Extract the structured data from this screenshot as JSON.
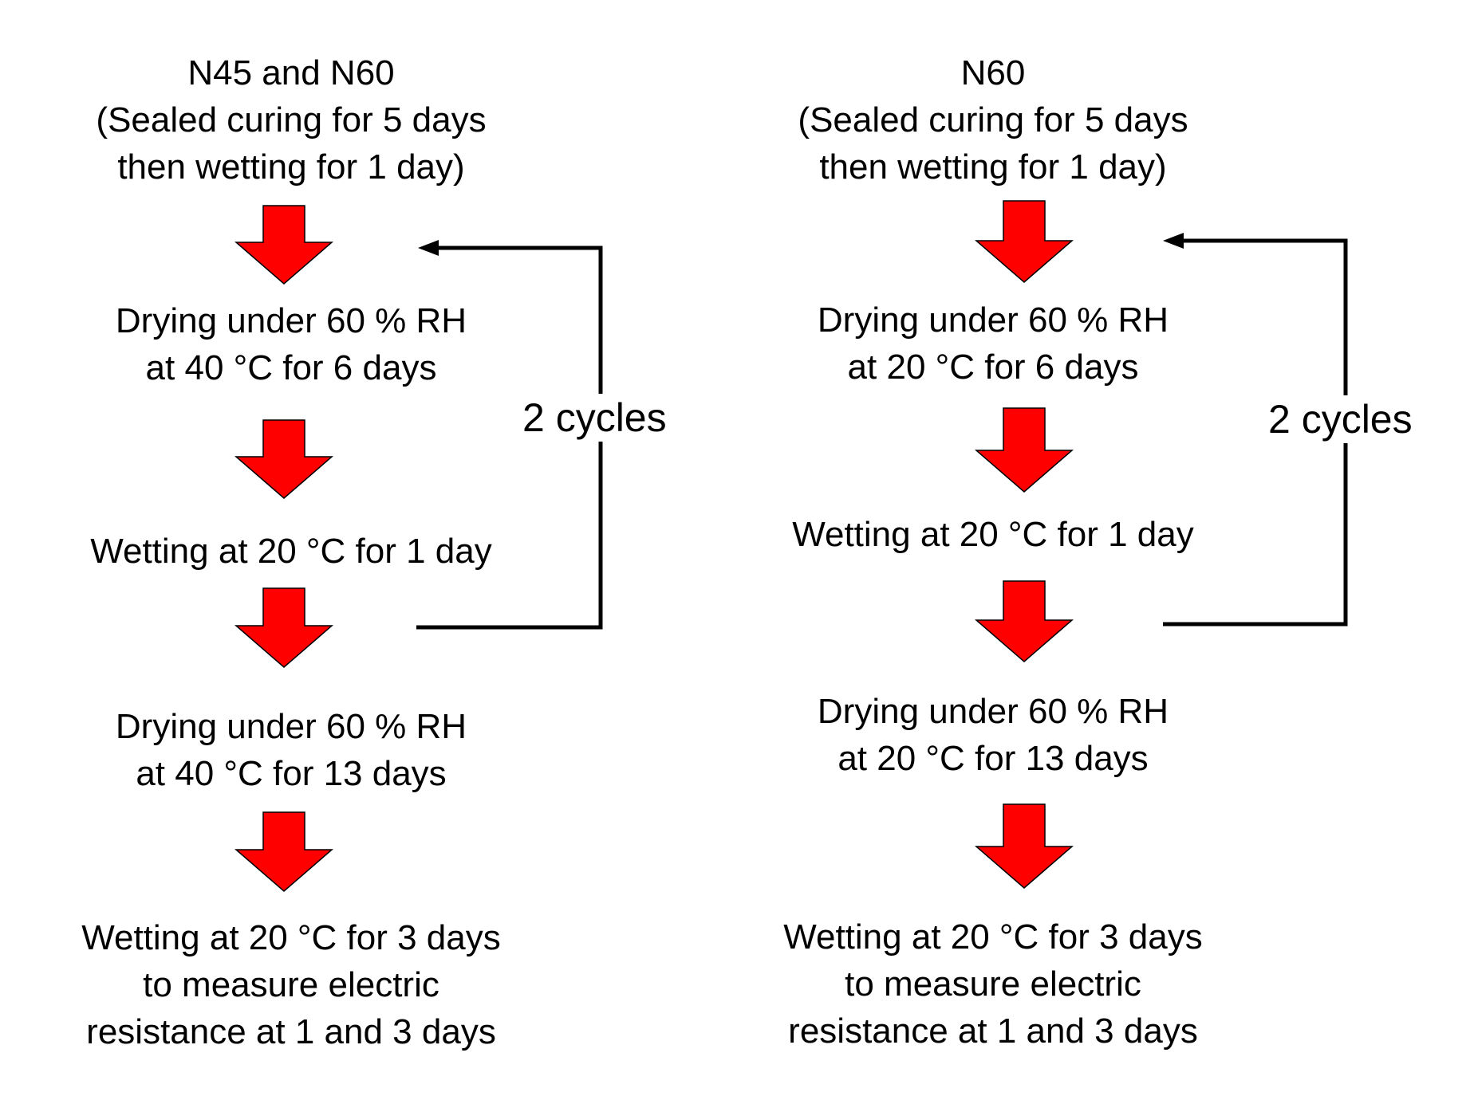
{
  "panels": [
    {
      "steps": [
        [
          "N45 and N60",
          "(Sealed curing for 5 days",
          "then wetting for 1 day)"
        ],
        [
          "Drying under 60 % RH",
          "at 40 °C for 6 days"
        ],
        [
          "Wetting at 20 °C for 1 day"
        ],
        [
          "Drying under 60 % RH",
          "at 40 °C for 13 days"
        ],
        [
          "Wetting at 20 °C for 3 days",
          "to measure electric",
          "resistance at 1 and 3 days"
        ]
      ],
      "loop_label": "2 cycles"
    },
    {
      "steps": [
        [
          "N60",
          "(Sealed curing for 5 days",
          "then wetting for 1 day)"
        ],
        [
          "Drying under 60 % RH",
          "at 20 °C for 6 days"
        ],
        [
          "Wetting at 20 °C for 1 day"
        ],
        [
          "Drying under 60 % RH",
          "at 20 °C for 13 days"
        ],
        [
          "Wetting at 20 °C for 3 days",
          "to measure electric",
          "resistance at 1 and 3 days"
        ]
      ],
      "loop_label": "2 cycles"
    }
  ],
  "colors": {
    "arrow_fill": "#ff0000",
    "arrow_stroke": "#000000",
    "line": "#000000"
  },
  "icons": {
    "step_arrow": "down-arrow-icon",
    "loop_arrow": "return-arrow-icon"
  }
}
